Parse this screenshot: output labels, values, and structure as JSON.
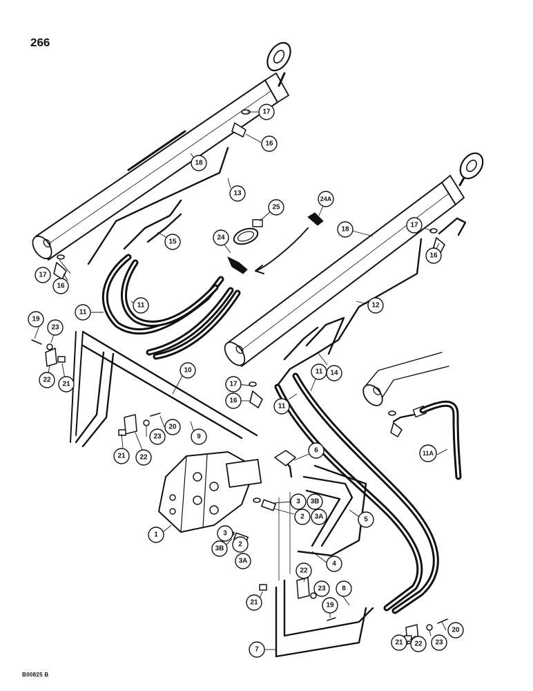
{
  "page_number": "266",
  "figure_code": "B00825 B",
  "callouts": [
    {
      "label": "17"
    },
    {
      "label": "16"
    },
    {
      "label": "18"
    },
    {
      "label": "13"
    },
    {
      "label": "25"
    },
    {
      "label": "24A"
    },
    {
      "label": "15"
    },
    {
      "label": "24"
    },
    {
      "label": "17"
    },
    {
      "label": "16"
    },
    {
      "label": "11"
    },
    {
      "label": "11"
    },
    {
      "label": "18"
    },
    {
      "label": "17"
    },
    {
      "label": "16"
    },
    {
      "label": "12"
    },
    {
      "label": "19"
    },
    {
      "label": "23"
    },
    {
      "label": "22"
    },
    {
      "label": "21"
    },
    {
      "label": "10"
    },
    {
      "label": "14"
    },
    {
      "label": "17"
    },
    {
      "label": "16"
    },
    {
      "label": "11"
    },
    {
      "label": "11"
    },
    {
      "label": "20"
    },
    {
      "label": "23"
    },
    {
      "label": "9"
    },
    {
      "label": "21"
    },
    {
      "label": "22"
    },
    {
      "label": "6"
    },
    {
      "label": "11A"
    },
    {
      "label": "3"
    },
    {
      "label": "3B"
    },
    {
      "label": "2"
    },
    {
      "label": "3A"
    },
    {
      "label": "5"
    },
    {
      "label": "1"
    },
    {
      "label": "3"
    },
    {
      "label": "3B"
    },
    {
      "label": "2"
    },
    {
      "label": "3A"
    },
    {
      "label": "4"
    },
    {
      "label": "22"
    },
    {
      "label": "23"
    },
    {
      "label": "8"
    },
    {
      "label": "21"
    },
    {
      "label": "19"
    },
    {
      "label": "20"
    },
    {
      "label": "7"
    },
    {
      "label": "21"
    },
    {
      "label": "22"
    },
    {
      "label": "23"
    }
  ]
}
